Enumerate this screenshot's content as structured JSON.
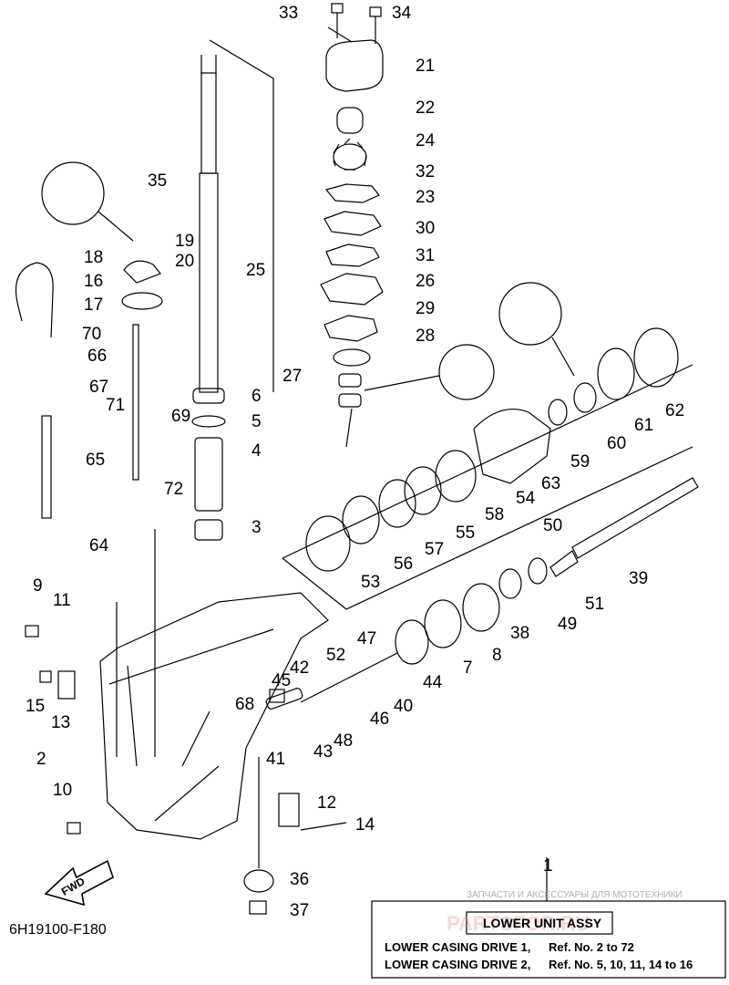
{
  "diagram_code": "6H19100-F180",
  "callout_ref": "1",
  "title_box": {
    "title": "LOWER UNIT ASSY",
    "lines": [
      {
        "label": "LOWER CASING DRIVE 1,",
        "ref": "Ref. No. 2 to 72"
      },
      {
        "label": "LOWER CASING DRIVE 2,",
        "ref": "Ref. No. 5, 10, 11, 14 to 16"
      }
    ]
  },
  "watermark": {
    "top": "ЗАПЧАСТИ И АКСЕССУАРЫ ДЛЯ МОТОТЕХНИКИ",
    "logo": "PARTSFOR.RU"
  },
  "fwd_label": "FWD",
  "part_numbers": [
    "33",
    "34",
    "21",
    "22",
    "24",
    "32",
    "23",
    "30",
    "31",
    "26",
    "29",
    "28",
    "27",
    "35",
    "19",
    "18",
    "20",
    "25",
    "16",
    "17",
    "70",
    "66",
    "67",
    "71",
    "6",
    "69",
    "5",
    "4",
    "65",
    "72",
    "3",
    "9",
    "11",
    "42",
    "45",
    "47",
    "52",
    "44",
    "7",
    "8",
    "38",
    "49",
    "51",
    "39",
    "50",
    "53",
    "56",
    "57",
    "55",
    "58",
    "54",
    "63",
    "59",
    "60",
    "61",
    "62",
    "15",
    "13",
    "68",
    "41",
    "43",
    "48",
    "46",
    "40",
    "2",
    "10",
    "12",
    "14",
    "36",
    "37",
    "1",
    "64"
  ],
  "colors": {
    "ink": "#000000",
    "background": "#ffffff"
  }
}
